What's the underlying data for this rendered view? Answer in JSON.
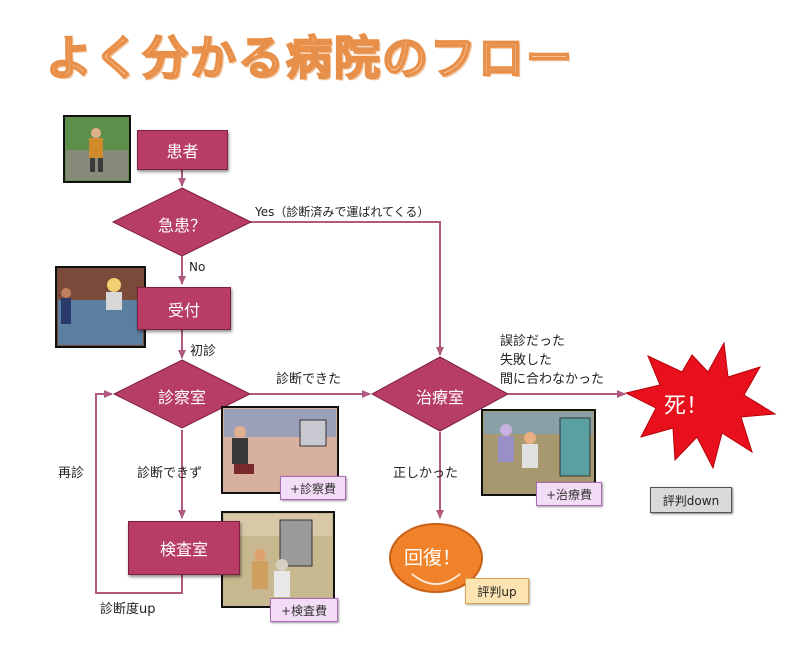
{
  "title": "よく分かる病院のフロー",
  "nodes": {
    "patient": "患者",
    "emergency": "急患？",
    "reception": "受付",
    "consult": "診察室",
    "treatment": "治療室",
    "exam": "検査室",
    "recovery": "回復！",
    "death": "死！"
  },
  "edges": {
    "yes": "Yes（診断済みで運ばれてくる）",
    "no": "No",
    "first_visit": "初診",
    "diagnosed": "診断できた",
    "not_diagnosed": "診断できず",
    "revisit": "再診",
    "diag_up": "診断度up",
    "correct": "正しかった",
    "fail_1": "誤診だった",
    "fail_2": "失敗した",
    "fail_3": "間に合わなかった"
  },
  "costs": {
    "consult": "+診察費",
    "treatment": "+治療費",
    "exam": "+検査費"
  },
  "badges": {
    "rep_down": "評判down",
    "rep_up": "評判up"
  },
  "colors": {
    "node": "#b73d64",
    "arrow": "#b05a80",
    "death_burst": "#e8101c",
    "recovery": "#f0822a"
  }
}
